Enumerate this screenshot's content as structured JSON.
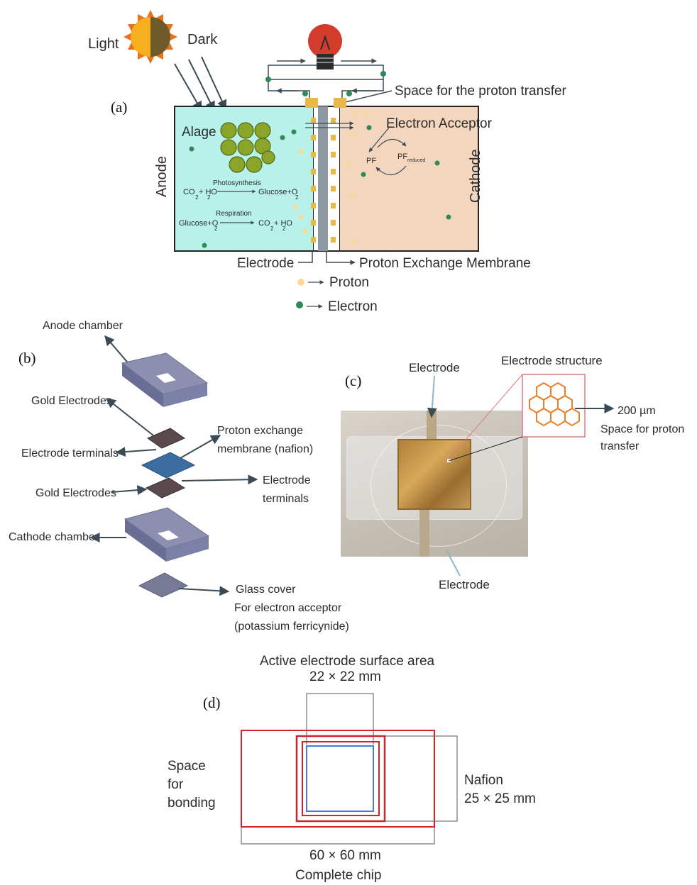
{
  "panel_a": {
    "label": "(a)",
    "light": "Light",
    "dark": "Dark",
    "space_proton_transfer": "Space for the proton transfer",
    "electron_acceptor": "Electron Acceptor",
    "alage": "Alage",
    "anode": "Anode",
    "cathode": "Cathode",
    "photosynthesis": "Photosynthesis",
    "respiration": "Respiration",
    "co2_h2o_1": "CO",
    "sub2a": "2",
    "plus_ho": "+ HO",
    "sub2b": "2",
    "glucose_o2": "Glucose+O",
    "sub2c": "2",
    "glucose_o2_b": "Glucose+O",
    "sub2d": "2",
    "co2_h2o_2": "CO",
    "sub2e": "2",
    "plus_ho_2": "+ HO",
    "sub2f": "2",
    "pf": "PF",
    "pf_reduced": "PF",
    "reduced_sub": "reduced",
    "electrode": "Electrode",
    "pem": "Proton Exchange Membrane",
    "proton": "Proton",
    "electron": "Electron",
    "colors": {
      "anode_bg": "#b7f1e9",
      "cathode_bg": "#f4d6bf",
      "membrane": "#8f99a3",
      "gold": "#e8b84a",
      "proton_dot": "#f7d999",
      "electron_dot": "#2e8b57"
    }
  },
  "panel_b": {
    "label": "(b)",
    "anode_chamber": "Anode chamber",
    "gold_electrodes_1": "Gold Electrodes",
    "electrode_terminals_1": "Electrode terminals",
    "pem_line1": "Proton exchange",
    "pem_line2": "membrane (nafion)",
    "gold_electrodes_2": "Gold Electrodes",
    "electrode_terminals_2a": "Electrode",
    "electrode_terminals_2b": "terminals",
    "cathode_chamber": "Cathode chamber",
    "glass_cover": "Glass cover",
    "for_electron_acceptor": "For electron acceptor",
    "potassium": "(potassium ferricynide)"
  },
  "panel_c": {
    "label": "(c)",
    "electrode_top": "Electrode",
    "electrode_structure": "Electrode structure",
    "size": "200 µm",
    "space_line1": "Space for proton",
    "space_line2": "transfer",
    "electrode_bottom": "Electrode"
  },
  "panel_d": {
    "label": "(d)",
    "active_line1": "Active electrode surface area",
    "active_line2": "22 × 22 mm",
    "space_line1": "Space",
    "space_line2": "for",
    "space_line3": "bonding",
    "nafion_line1": "Nafion",
    "nafion_line2": "25 × 25 mm",
    "chip_line1": "60  × 60 mm",
    "chip_line2": "Complete chip"
  }
}
